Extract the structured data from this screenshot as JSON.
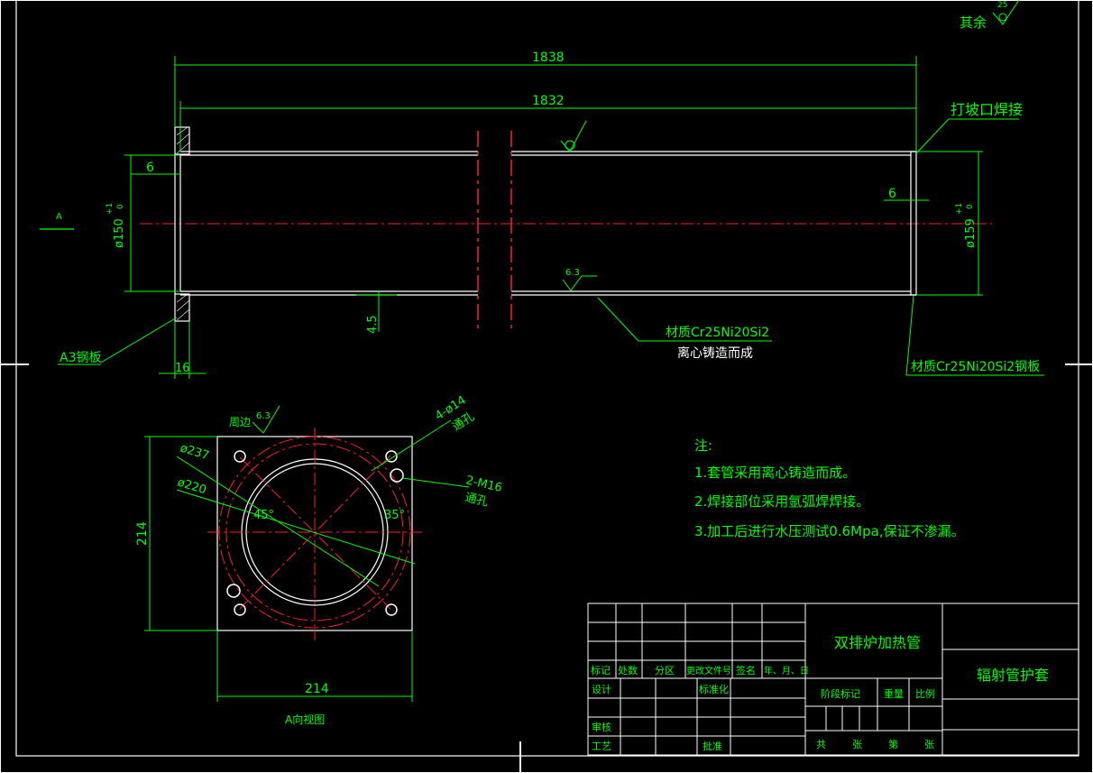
{
  "colors": {
    "background": "#000000",
    "outline": "#ffffff",
    "dimension": "#00ff00",
    "centerline": "#ff2020"
  },
  "roughness_other": {
    "label": "其余",
    "value": "25"
  },
  "dimensions": {
    "overall_length": "1838",
    "tube_length": "1832",
    "wall_left": "6",
    "wall_right": "6",
    "dia_left": "ø150",
    "dia_left_tol_upper": "+1",
    "dia_left_tol_lower": "0",
    "dia_right": "ø159",
    "dia_right_tol_upper": "+1",
    "dia_right_tol_lower": "0",
    "flange_thickness": "16",
    "offset": "4.5",
    "roughness_bottom": "6.3",
    "view_arrow": "A"
  },
  "annotations": {
    "weld_bevel": "打坡口焊接",
    "material_body_1": "材质Cr25Ni20Si2",
    "material_body_2": "离心铸造而成",
    "material_plate": "材质Cr25Ni20Si2钢板",
    "flange_plate": "A3钢板"
  },
  "view_a": {
    "title": "A向视图",
    "edge_label": "周边",
    "edge_roughness": "6.3",
    "dia_outer": "ø237",
    "dia_inner": "ø220",
    "angle_left": "45°",
    "angle_right": "35°",
    "holes_1": "4-ø14",
    "holes_1_note": "通孔",
    "holes_2": "2-M16",
    "holes_2_note": "通孔",
    "width": "214",
    "height": "214"
  },
  "notes": {
    "heading": "注:",
    "items": [
      "1.套管采用离心铸造而成。",
      "2.焊接部位采用氩弧焊焊接。",
      "3.加工后进行水压测试0.6Mpa,保证不渗漏。"
    ]
  },
  "title_block": {
    "part_name": "双排炉加热管",
    "drawing_name": "辐射管护套",
    "headers": [
      "标记",
      "处数",
      "分区",
      "更改文件号",
      "签名",
      "年、月、日"
    ],
    "design": "设计",
    "standardize": "标准化",
    "stage_mark": "阶段标记",
    "weight": "重量",
    "scale": "比例",
    "review": "审核",
    "process": "工艺",
    "approve": "批准",
    "total": "共",
    "sheets": "张",
    "page": "第",
    "sheet": "张"
  }
}
